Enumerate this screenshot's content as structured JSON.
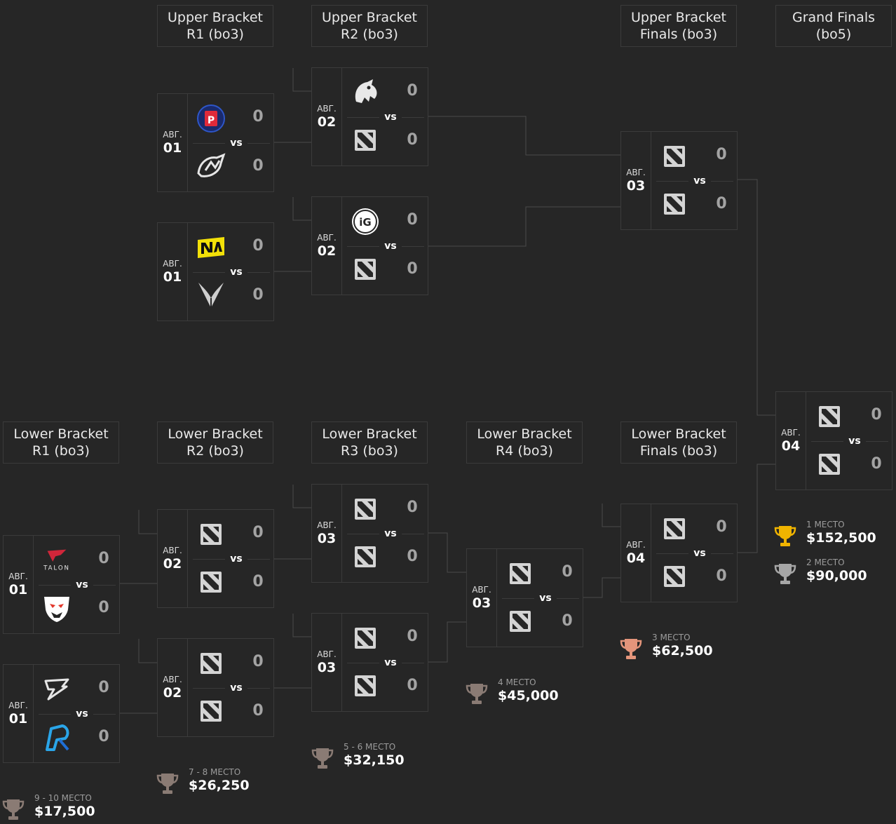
{
  "colors": {
    "bg": "#262626",
    "border": "#3b3b3b",
    "gold": "#f0b400",
    "silver": "#a6a6a6",
    "bronze": "#e4957b",
    "prizeGrey": "#8a7b74",
    "score": "#a3a3a3"
  },
  "headers": {
    "ub_r1": {
      "line1": "Upper Bracket",
      "line2": "R1 (bo3)"
    },
    "ub_r2": {
      "line1": "Upper Bracket",
      "line2": "R2 (bo3)"
    },
    "ub_f": {
      "line1": "Upper Bracket",
      "line2": "Finals (bo3)"
    },
    "gf": {
      "line1": "Grand Finals",
      "line2": "(bo5)"
    },
    "lb_r1": {
      "line1": "Lower Bracket",
      "line2": "R1 (bo3)"
    },
    "lb_r2": {
      "line1": "Lower Bracket",
      "line2": "R2 (bo3)"
    },
    "lb_r3": {
      "line1": "Lower Bracket",
      "line2": "R3 (bo3)"
    },
    "lb_r4": {
      "line1": "Lower Bracket",
      "line2": "R4 (bo3)"
    },
    "lb_f": {
      "line1": "Lower Bracket",
      "line2": "Finals (bo3)"
    }
  },
  "vs_label": "vs",
  "matches": {
    "ub1a": {
      "month": "АВГ.",
      "day": "01",
      "team1_icon": "lgd-logo-icon",
      "team2_icon": "nigma-logo-icon",
      "score1": "0",
      "score2": "0"
    },
    "ub1b": {
      "month": "АВГ.",
      "day": "01",
      "team1_icon": "navi-logo-icon",
      "team2_icon": "xtreme-logo-icon",
      "score1": "0",
      "score2": "0"
    },
    "ub2a": {
      "month": "АВГ.",
      "day": "02",
      "team1_icon": "spirit-logo-icon",
      "team2_icon": "dota-placeholder-icon",
      "score1": "0",
      "score2": "0"
    },
    "ub2b": {
      "month": "АВГ.",
      "day": "02",
      "team1_icon": "ig-logo-icon",
      "team2_icon": "dota-placeholder-icon",
      "score1": "0",
      "score2": "0"
    },
    "ubf": {
      "month": "АВГ.",
      "day": "03",
      "team1_icon": "dota-placeholder-icon",
      "team2_icon": "dota-placeholder-icon",
      "score1": "0",
      "score2": "0"
    },
    "gf": {
      "month": "АВГ.",
      "day": "04",
      "team1_icon": "dota-placeholder-icon",
      "team2_icon": "dota-placeholder-icon",
      "score1": "0",
      "score2": "0"
    },
    "lb1a": {
      "month": "АВГ.",
      "day": "01",
      "team1_icon": "talon-logo-icon",
      "team2_icon": "virtuspro-logo-icon",
      "score1": "0",
      "score2": "0"
    },
    "lb1b": {
      "month": "АВГ.",
      "day": "01",
      "team1_icon": "thunder-logo-icon",
      "team2_icon": "psg-quest-logo-icon",
      "score1": "0",
      "score2": "0"
    },
    "lb2a": {
      "month": "АВГ.",
      "day": "02",
      "team1_icon": "dota-placeholder-icon",
      "team2_icon": "dota-placeholder-icon",
      "score1": "0",
      "score2": "0"
    },
    "lb2b": {
      "month": "АВГ.",
      "day": "02",
      "team1_icon": "dota-placeholder-icon",
      "team2_icon": "dota-placeholder-icon",
      "score1": "0",
      "score2": "0"
    },
    "lb3a": {
      "month": "АВГ.",
      "day": "03",
      "team1_icon": "dota-placeholder-icon",
      "team2_icon": "dota-placeholder-icon",
      "score1": "0",
      "score2": "0"
    },
    "lb3b": {
      "month": "АВГ.",
      "day": "03",
      "team1_icon": "dota-placeholder-icon",
      "team2_icon": "dota-placeholder-icon",
      "score1": "0",
      "score2": "0"
    },
    "lb4": {
      "month": "АВГ.",
      "day": "03",
      "team1_icon": "dota-placeholder-icon",
      "team2_icon": "dota-placeholder-icon",
      "score1": "0",
      "score2": "0"
    },
    "lbf": {
      "month": "АВГ.",
      "day": "04",
      "team1_icon": "dota-placeholder-icon",
      "team2_icon": "dota-placeholder-icon",
      "score1": "0",
      "score2": "0"
    }
  },
  "prizes": {
    "p1": {
      "place": "1 МЕСТО",
      "amount": "$152,500",
      "cup": "gold"
    },
    "p2": {
      "place": "2 МЕСТО",
      "amount": "$90,000",
      "cup": "silver"
    },
    "p3": {
      "place": "3 МЕСТО",
      "amount": "$62,500",
      "cup": "bronze"
    },
    "p4": {
      "place": "4 МЕСТО",
      "amount": "$45,000",
      "cup": "grey"
    },
    "p56": {
      "place": "5 - 6 МЕСТО",
      "amount": "$32,150",
      "cup": "grey"
    },
    "p78": {
      "place": "7 - 8 МЕСТО",
      "amount": "$26,250",
      "cup": "grey"
    },
    "p910": {
      "place": "9 - 10 МЕСТО",
      "amount": "$17,500",
      "cup": "grey"
    }
  }
}
